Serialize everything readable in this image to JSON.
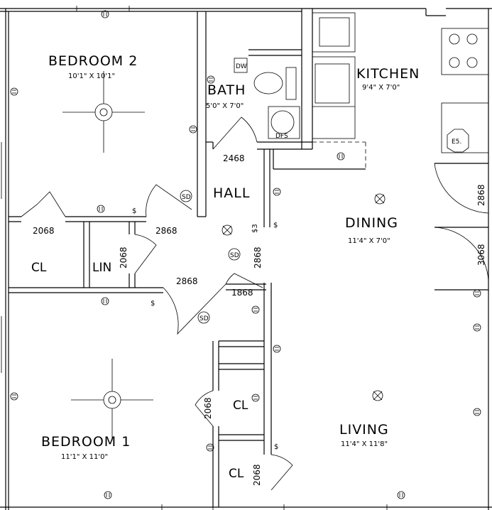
{
  "rooms": {
    "bedroom2": {
      "name": "BEDROOM 2",
      "size": "10'1\" X 10'1\""
    },
    "bath": {
      "name": "BATH",
      "size": "5'0\" X 7'0\""
    },
    "kitchen": {
      "name": "KITCHEN",
      "size": "9'4\" X 7'0\""
    },
    "hall": {
      "name": "HALL"
    },
    "dining": {
      "name": "DINING",
      "size": "11'4\" X 7'0\""
    },
    "closet_left": {
      "name": "CL"
    },
    "linen": {
      "name": "LIN"
    },
    "bedroom1": {
      "name": "BEDROOM 1",
      "size": "11'1\" X 11'0\""
    },
    "closet_mid": {
      "name": "CL"
    },
    "closet_low": {
      "name": "CL"
    },
    "living": {
      "name": "LIVING",
      "size": "11'4\" X 11'8\""
    }
  },
  "doors": {
    "bath": "2468",
    "bedroom2_closet": "2068",
    "bedroom2": "2868",
    "linen": "2068",
    "hall_side": "2868",
    "bedroom1": "2868",
    "bedroom1_closet_a": "1868",
    "closet_mid": "2068",
    "closet_low": "2068",
    "right_upper": "2868",
    "right_lower": "3068"
  },
  "symbols": {
    "smoke_detector": "SD",
    "switch": "$",
    "three_way_switch": "$3",
    "fridge": "E5.",
    "dishwasher": "DW",
    "washer": "DFS"
  }
}
